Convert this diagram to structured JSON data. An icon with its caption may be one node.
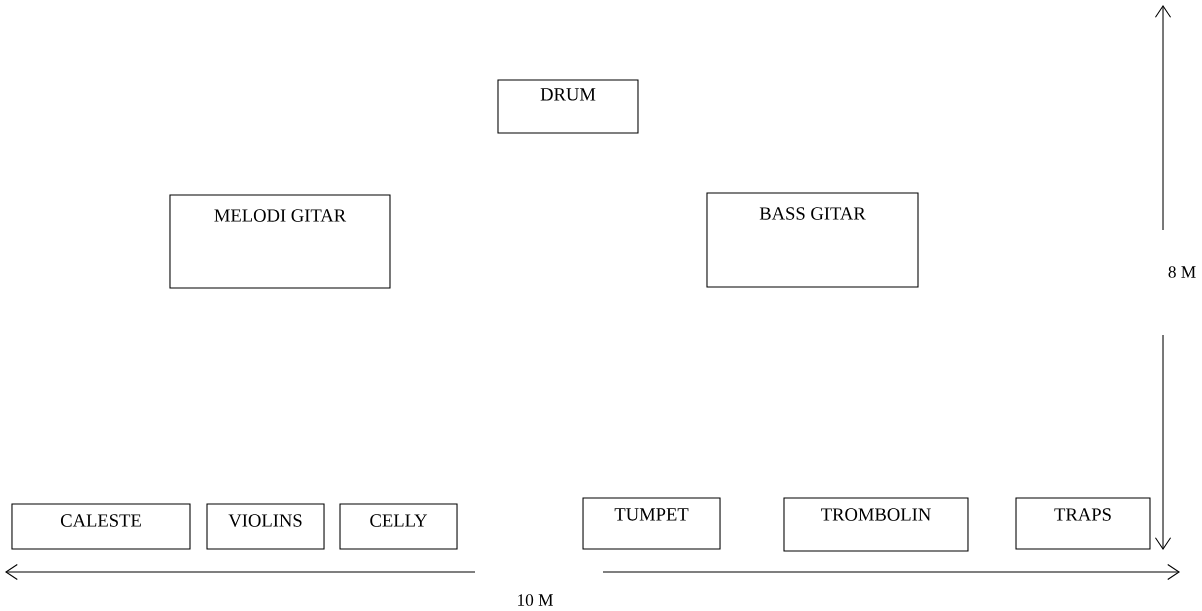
{
  "diagram": {
    "nodes": [
      {
        "text": [
          "DRUM"
        ]
      },
      {
        "text": [
          "MELODI GITAR"
        ]
      },
      {
        "text": [
          "BASS GITAR"
        ]
      },
      {
        "text": [
          "CALESTE"
        ]
      },
      {
        "text": [
          "VIOLINS"
        ]
      },
      {
        "text": [
          "CELLY"
        ]
      },
      {
        "text": [
          "TUMPET"
        ]
      },
      {
        "text": [
          "TROMBOLIN"
        ]
      },
      {
        "text": [
          "TRAPS"
        ]
      }
    ],
    "labels": [
      "8 M",
      "10 M"
    ]
  }
}
